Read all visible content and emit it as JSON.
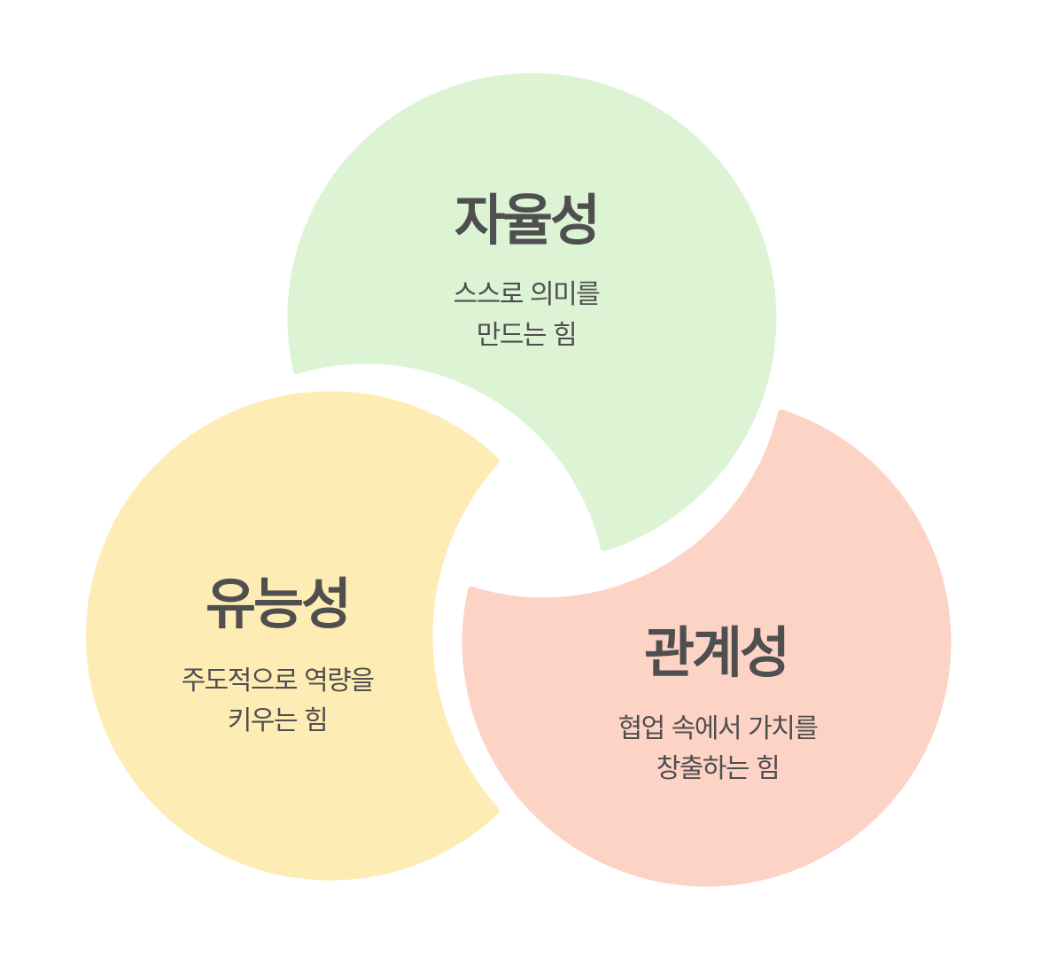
{
  "colors": {
    "text": "#4f4f4f",
    "autonomy_fill": "#dcf3d4",
    "competence_fill": "#feecb5",
    "relatedness_fill": "#fdd3c6",
    "background": "#ffffff"
  },
  "autonomy": {
    "title": "자율성",
    "line1": "스스로 의미를",
    "line2": "만드는 힘"
  },
  "competence": {
    "title": "유능성",
    "line1": "주도적으로 역량을",
    "line2": "키우는 힘"
  },
  "relatedness": {
    "title": "관계성",
    "line1": "협업 속에서 가치를",
    "line2": "창출하는 힘"
  }
}
